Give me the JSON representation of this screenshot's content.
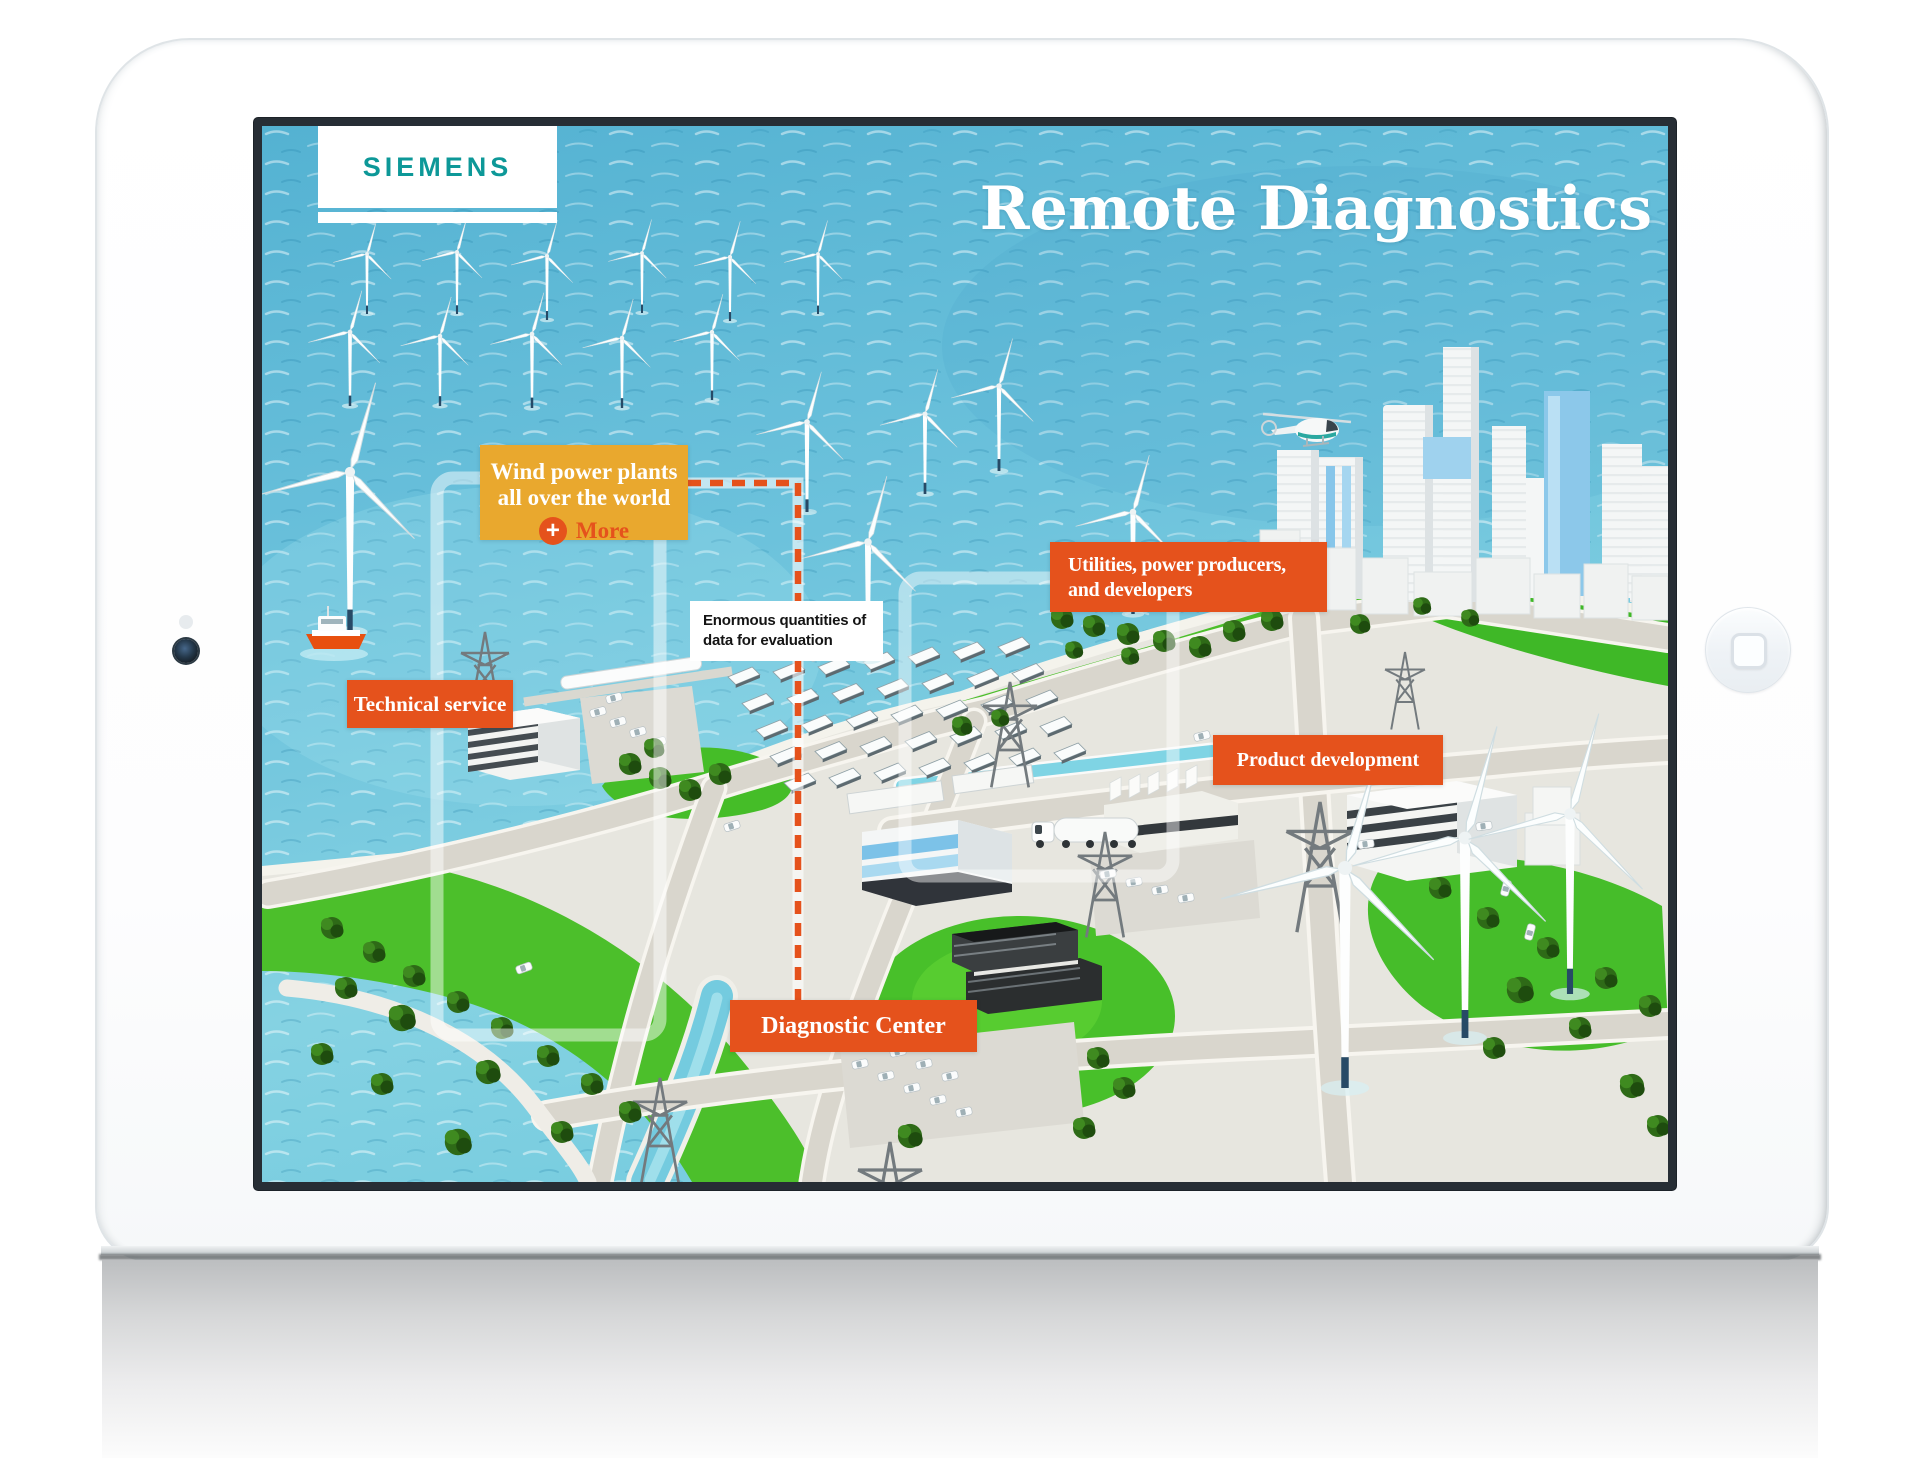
{
  "brand": {
    "logo": "SIEMENS"
  },
  "title": "Remote Diagnostics",
  "callouts": {
    "wind": {
      "line1": "Wind power plants",
      "line2": "all over the world",
      "more_label": "More",
      "more_icon": "+"
    },
    "data": {
      "line1": "Enormous quantities of",
      "line2": "data for evaluation"
    },
    "technical": {
      "label": "Technical service"
    },
    "utilities": {
      "line1": "Utilities, power producers,",
      "line2": "and developers"
    },
    "product": {
      "label": "Product development"
    },
    "diagnostic": {
      "label": "Diagnostic Center"
    }
  },
  "colors": {
    "accent_orange": "#e5521c",
    "accent_yellow": "#e9a82e",
    "siemens_teal": "#0d9898",
    "water": "#62bdd8",
    "grass": "#4cbf2b"
  }
}
